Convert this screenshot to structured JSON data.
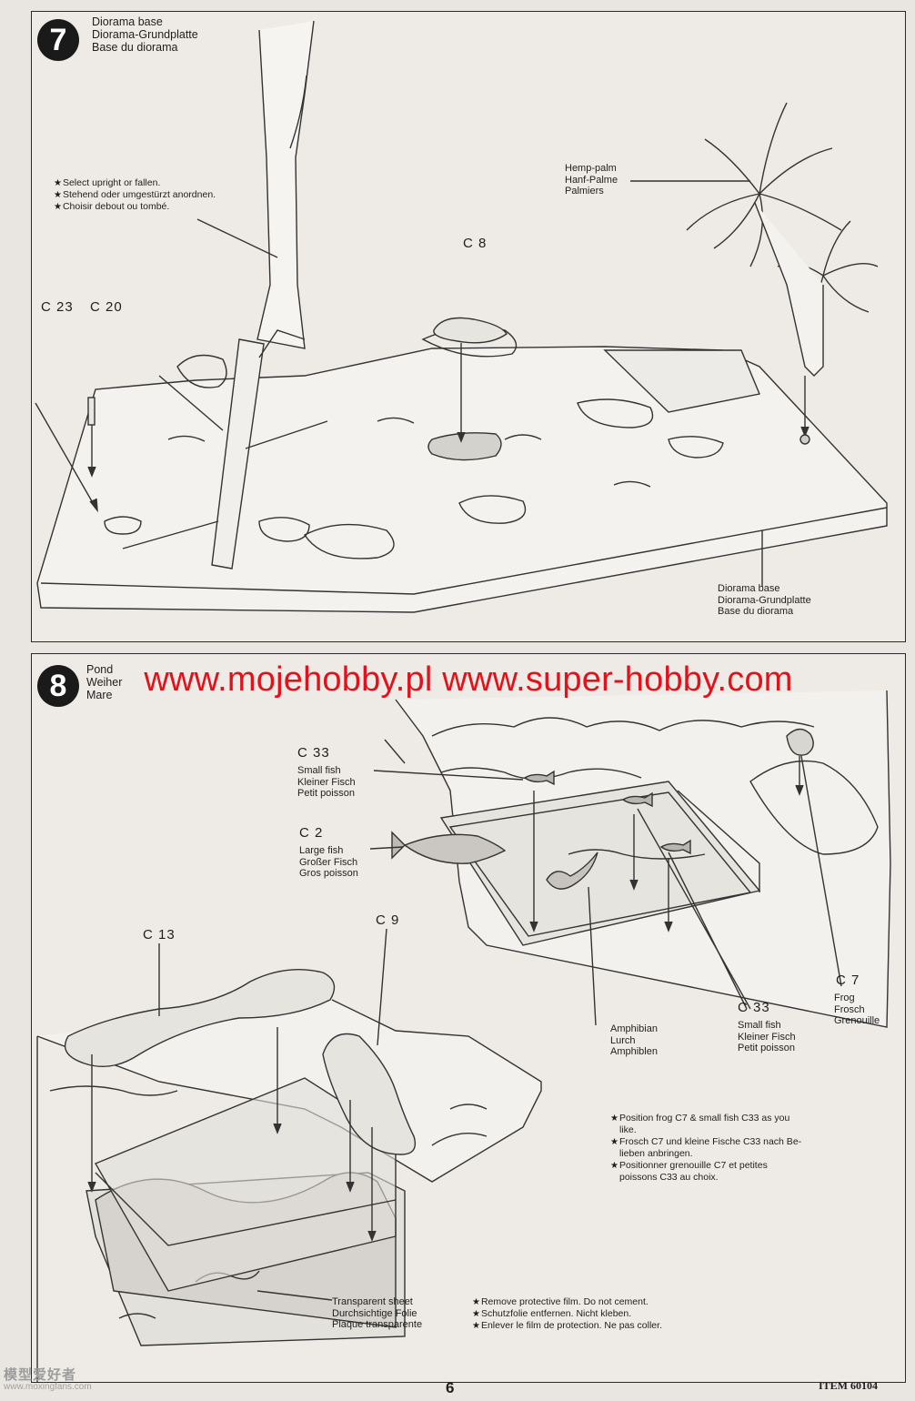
{
  "step7": {
    "number": "7",
    "title": [
      "Diorama base",
      "Diorama-Grundplatte",
      "Base du diorama"
    ],
    "select_note": [
      "Select upright or fallen.",
      "Stehend oder umgestürzt anordnen.",
      "Choisir debout ou tombé."
    ],
    "hemp_palm": [
      "Hemp-palm",
      "Hanf-Palme",
      "Palmiers"
    ],
    "base_label": [
      "Diorama base",
      "Diorama-Grundplatte",
      "Base du diorama"
    ],
    "parts": {
      "c23": "C 23",
      "c20": "C 20",
      "c8": "C 8"
    }
  },
  "step8": {
    "number": "8",
    "title": [
      "Pond",
      "Weiher",
      "Mare"
    ],
    "c33_top": {
      "code": "C 33",
      "text": [
        "Small fish",
        "Kleiner Fisch",
        "Petit poisson"
      ]
    },
    "c2": {
      "code": "C 2",
      "text": [
        "Large fish",
        "Großer Fisch",
        "Gros poisson"
      ]
    },
    "c13": "C 13",
    "c9": "C 9",
    "amphibian": [
      "Amphibian",
      "Lurch",
      "Amphiblen"
    ],
    "c33_bottom": {
      "code": "C 33",
      "text": [
        "Small fish",
        "Kleiner Fisch",
        "Petit poisson"
      ]
    },
    "c7": {
      "code": "C 7",
      "text": [
        "Frog",
        "Frosch",
        "Grenouille"
      ]
    },
    "position_note": [
      "Position frog C7 & small fish C33 as you",
      "like.",
      "Frosch C7 und kleine Fische C33 nach Be-",
      "lieben anbringen.",
      "Positionner grenouille C7 et petites",
      "poissons C33 au choix."
    ],
    "sheet_label": [
      "Transparent sheet",
      "Durchsichtige Folie",
      "Plaque transparente"
    ],
    "film_note": [
      "Remove protective film. Do not cement.",
      "Schutzfolie entfernen. Nicht kleben.",
      "Enlever le film de protection. Ne pas coller."
    ]
  },
  "watermark": "www.mojehobby.pl www.super-hobby.com",
  "corner_mark": "模型爱好者",
  "corner_url": "www.moxingfans.com",
  "page_number": "6",
  "item_code": "ITEM 60104"
}
